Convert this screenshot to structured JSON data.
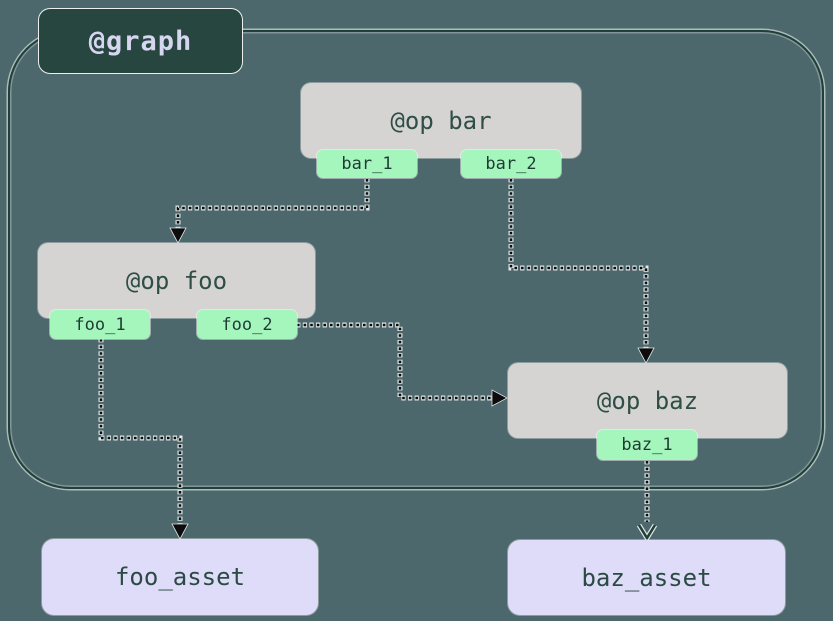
{
  "diagram_title": "@graph",
  "graph": {
    "label": "@graph"
  },
  "ops": [
    {
      "id": "bar",
      "label": "@op bar",
      "outputs": [
        "bar_1",
        "bar_2"
      ]
    },
    {
      "id": "foo",
      "label": "@op foo",
      "outputs": [
        "foo_1",
        "foo_2"
      ]
    },
    {
      "id": "baz",
      "label": "@op baz",
      "outputs": [
        "baz_1"
      ]
    }
  ],
  "assets": [
    {
      "id": "foo_asset",
      "label": "foo_asset"
    },
    {
      "id": "baz_asset",
      "label": "baz_asset"
    }
  ],
  "edges": [
    {
      "from": "bar_1",
      "to": "@op foo",
      "style": "dotted",
      "arrowhead": "solid"
    },
    {
      "from": "bar_2",
      "to": "@op baz",
      "style": "dotted",
      "arrowhead": "solid"
    },
    {
      "from": "foo_2",
      "to": "@op baz",
      "style": "dotted",
      "arrowhead": "solid"
    },
    {
      "from": "foo_1",
      "to": "foo_asset",
      "style": "dotted",
      "arrowhead": "solid"
    },
    {
      "from": "baz_1",
      "to": "baz_asset",
      "style": "dotted",
      "arrowhead": "open"
    }
  ],
  "colors": {
    "background": "#4d686c",
    "boundary_stroke": "#20413a",
    "graph_label_bg": "#27463f",
    "graph_label_text": "#d7d6f1",
    "op_bg": "#d6d4d2",
    "op_text": "#2e4e47",
    "tag_bg": "#a5f6bd",
    "tag_text": "#1e3c35",
    "asset_bg": "#dedcf8",
    "asset_text": "#2b4a43",
    "arrow": "#0c0c0c"
  }
}
